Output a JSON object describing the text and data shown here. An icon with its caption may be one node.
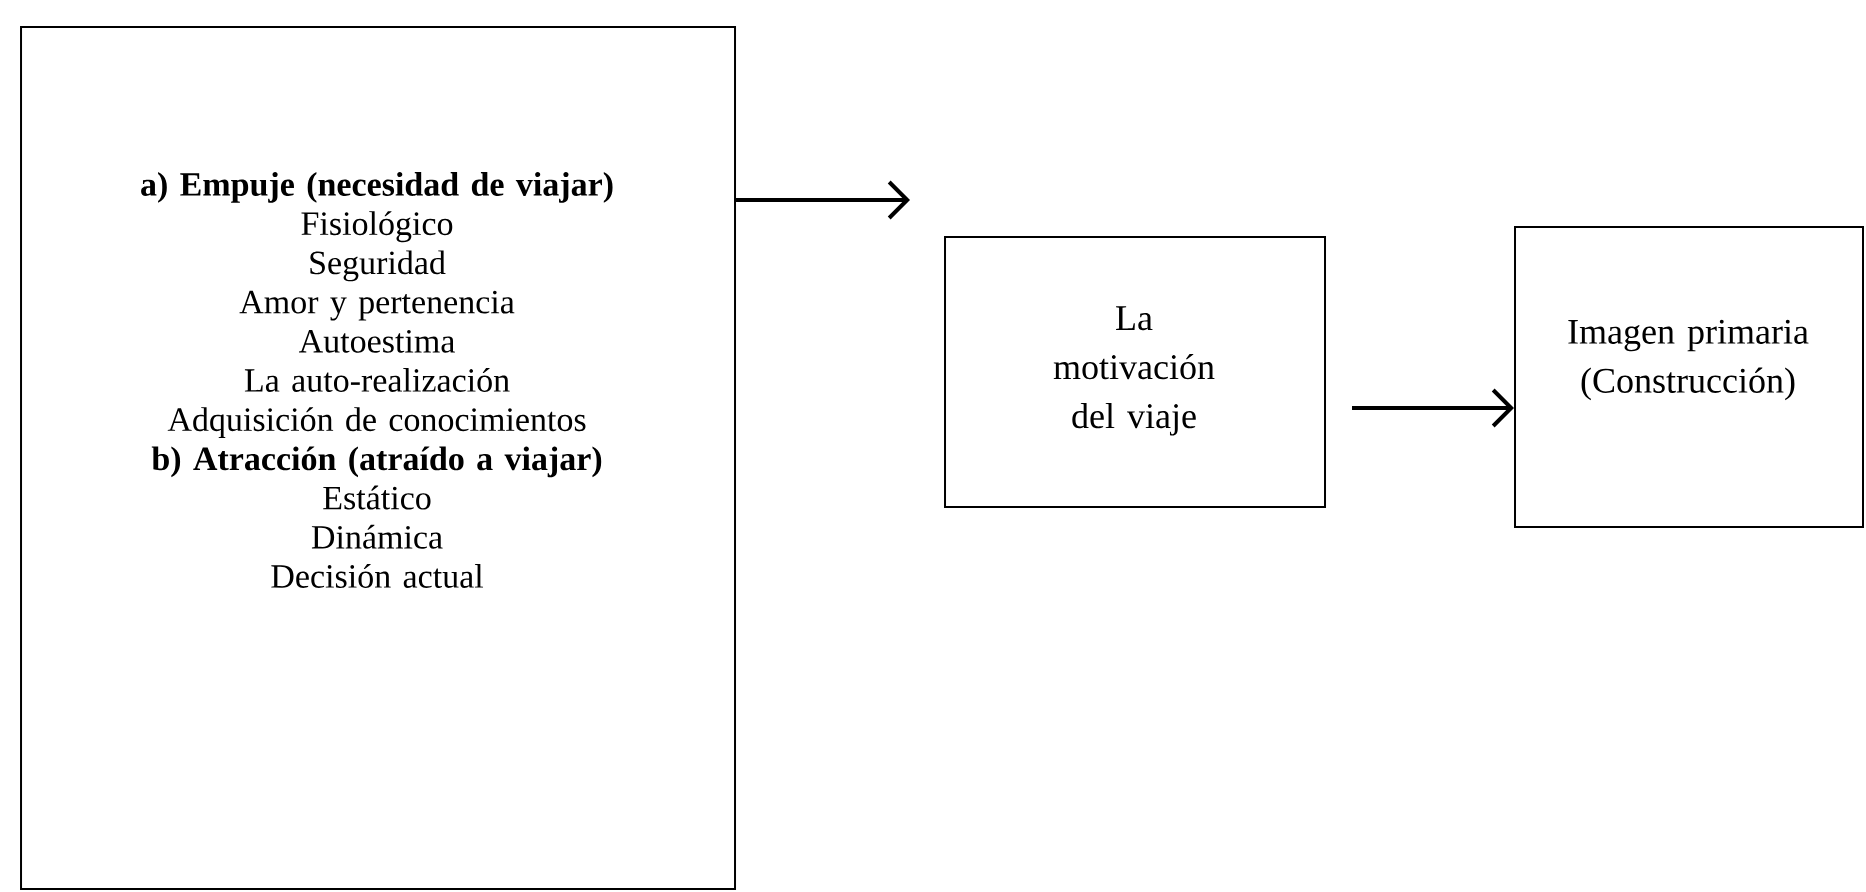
{
  "diagram": {
    "nodes": [
      {
        "text": [
          "a) Empuje (necesidad de viajar)",
          "Fisiológico",
          "Seguridad",
          "Amor y pertenencia",
          "Autoestima",
          "La auto-realización",
          "Adquisición de conocimientos",
          "b) Atracción (atraído a viajar)",
          "Estático",
          "Dinámica",
          "Decisión actual"
        ]
      },
      {
        "text": [
          "La motivación del viaje"
        ]
      },
      {
        "text": [
          "Imagen primaria (Construcción)"
        ]
      }
    ],
    "edges": [
      {
        "from": 0,
        "to": 1,
        "arrow": "to"
      },
      {
        "from": 1,
        "to": 2,
        "arrow": "to"
      }
    ]
  }
}
